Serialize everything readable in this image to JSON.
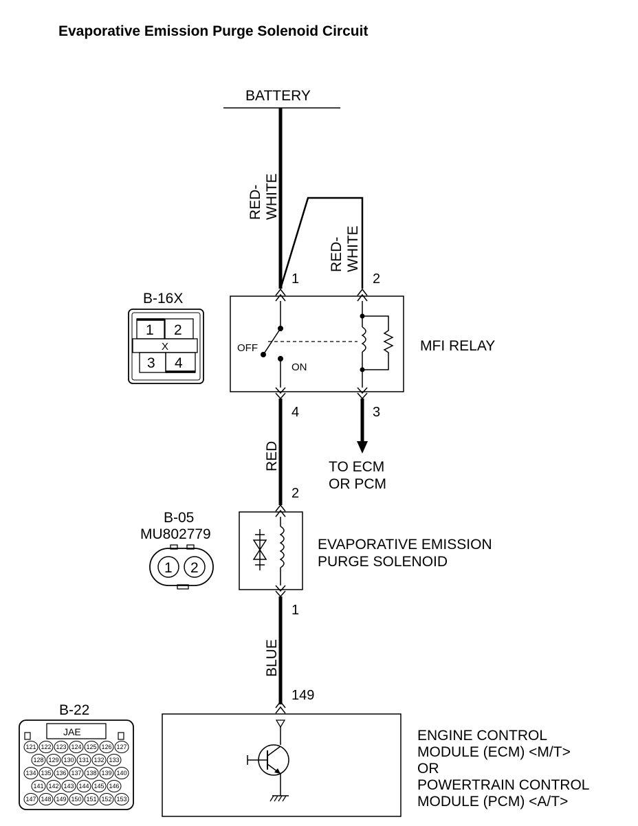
{
  "title": "Evaporative Emission Purge Solenoid Circuit",
  "battery": "BATTERY",
  "wires": {
    "battery_feed_a": [
      "RED-",
      "WHITE"
    ],
    "battery_feed_b": [
      "RED-",
      "WHITE"
    ],
    "relay_to_solenoid": "RED",
    "solenoid_to_ecm": "BLUE"
  },
  "pins": {
    "relay_1": "1",
    "relay_2": "2",
    "relay_4": "4",
    "relay_3": "3",
    "solenoid_2": "2",
    "solenoid_1": "1",
    "ecm_149": "149"
  },
  "relay": {
    "label": "MFI RELAY",
    "off": "OFF",
    "on": "ON"
  },
  "to_ecm": [
    "TO ECM",
    "OR PCM"
  ],
  "solenoid": {
    "label": [
      "EVAPORATIVE EMISSION",
      "PURGE SOLENOID"
    ]
  },
  "ecm": {
    "label": [
      "ENGINE CONTROL",
      "MODULE (ECM) <M/T>",
      "OR",
      "POWERTRAIN CONTROL",
      "MODULE (PCM) <A/T>"
    ]
  },
  "connectors": {
    "b16x": {
      "name": "B-16X",
      "pins": [
        "1",
        "2",
        "3",
        "4"
      ],
      "mark": "X"
    },
    "b05": {
      "name": "B-05",
      "part": "MU802779",
      "pins": [
        "1",
        "2"
      ]
    },
    "b22": {
      "name": "B-22",
      "maker": "JAE",
      "rows": [
        [
          "121",
          "122",
          "123",
          "124",
          "125",
          "126",
          "127"
        ],
        [
          "128",
          "129",
          "130",
          "131",
          "132",
          "133"
        ],
        [
          "134",
          "135",
          "136",
          "137",
          "138",
          "139",
          "140"
        ],
        [
          "141",
          "142",
          "143",
          "144",
          "145",
          "146"
        ],
        [
          "147",
          "148",
          "149",
          "150",
          "151",
          "152",
          "153"
        ]
      ]
    }
  }
}
